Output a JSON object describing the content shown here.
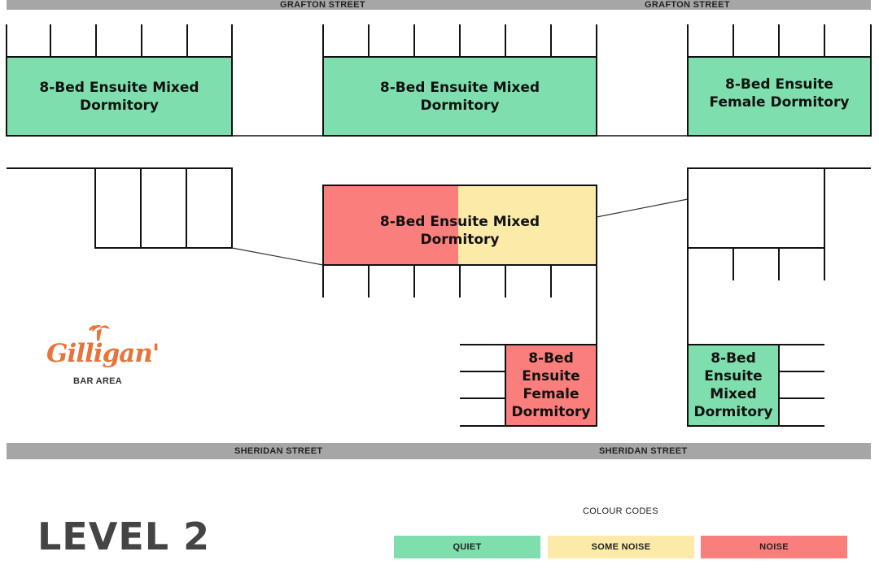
{
  "colors": {
    "quiet": "#7fdeae",
    "some_noise": "#fbeaa8",
    "noise": "#fa7e7b",
    "street": "#a6a6a6",
    "logo": "#e8743b"
  },
  "streets": {
    "top_left": "GRAFTON STREET",
    "top_right": "GRAFTON STREET",
    "bottom_left": "SHERIDAN STREET",
    "bottom_right": "SHERIDAN STREET"
  },
  "rooms": [
    {
      "id": "room-top-left",
      "label": "8-Bed Ensuite Mixed Dormitory",
      "noise": "quiet"
    },
    {
      "id": "room-top-center",
      "label": "8-Bed Ensuite Mixed Dormitory",
      "noise": "quiet"
    },
    {
      "id": "room-top-right",
      "label": "8-Bed Ensuite Female Dormitory",
      "noise": "quiet"
    },
    {
      "id": "room-middle-center",
      "label": "8-Bed Ensuite Mixed Dormitory",
      "noise": "noise / some noise"
    },
    {
      "id": "room-bottom-center",
      "label": "8-Bed Ensuite Female Dormitory",
      "noise": "noise"
    },
    {
      "id": "room-bottom-right",
      "label": "8-Bed Ensuite Mixed Dormitory",
      "noise": "quiet"
    }
  ],
  "logo": {
    "text": "Gilligan's",
    "caption": "BAR AREA"
  },
  "level": "LEVEL 2",
  "legend": {
    "title": "COLOUR CODES",
    "items": [
      "QUIET",
      "SOME NOISE",
      "NOISE"
    ]
  }
}
